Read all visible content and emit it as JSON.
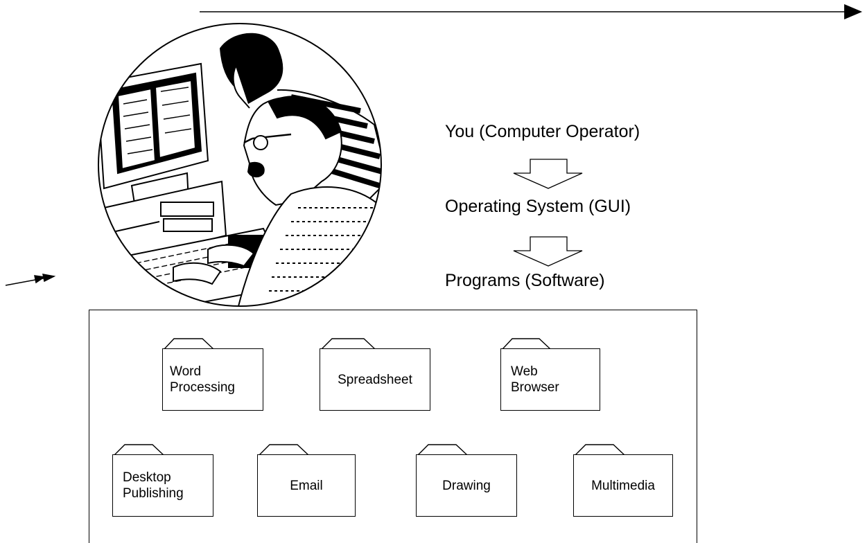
{
  "diagram": {
    "layers": [
      "You (Computer Operator)",
      "Operating System (GUI)",
      "Programs (Software)"
    ],
    "programs": [
      {
        "name": "Word\nProcessing",
        "icon": "folder-icon"
      },
      {
        "name": "Spreadsheet",
        "icon": "folder-icon"
      },
      {
        "name": "Web\nBrowser",
        "icon": "folder-icon"
      },
      {
        "name": "Desktop\nPublishing",
        "icon": "folder-icon"
      },
      {
        "name": "Email",
        "icon": "folder-icon"
      },
      {
        "name": "Drawing",
        "icon": "folder-icon"
      },
      {
        "name": "Multimedia",
        "icon": "folder-icon"
      }
    ]
  },
  "illustration": {
    "subject": "two people working at a desktop computer",
    "icon": "computer-users-illustration"
  },
  "colors": {
    "line": "#000000",
    "background": "#ffffff"
  }
}
